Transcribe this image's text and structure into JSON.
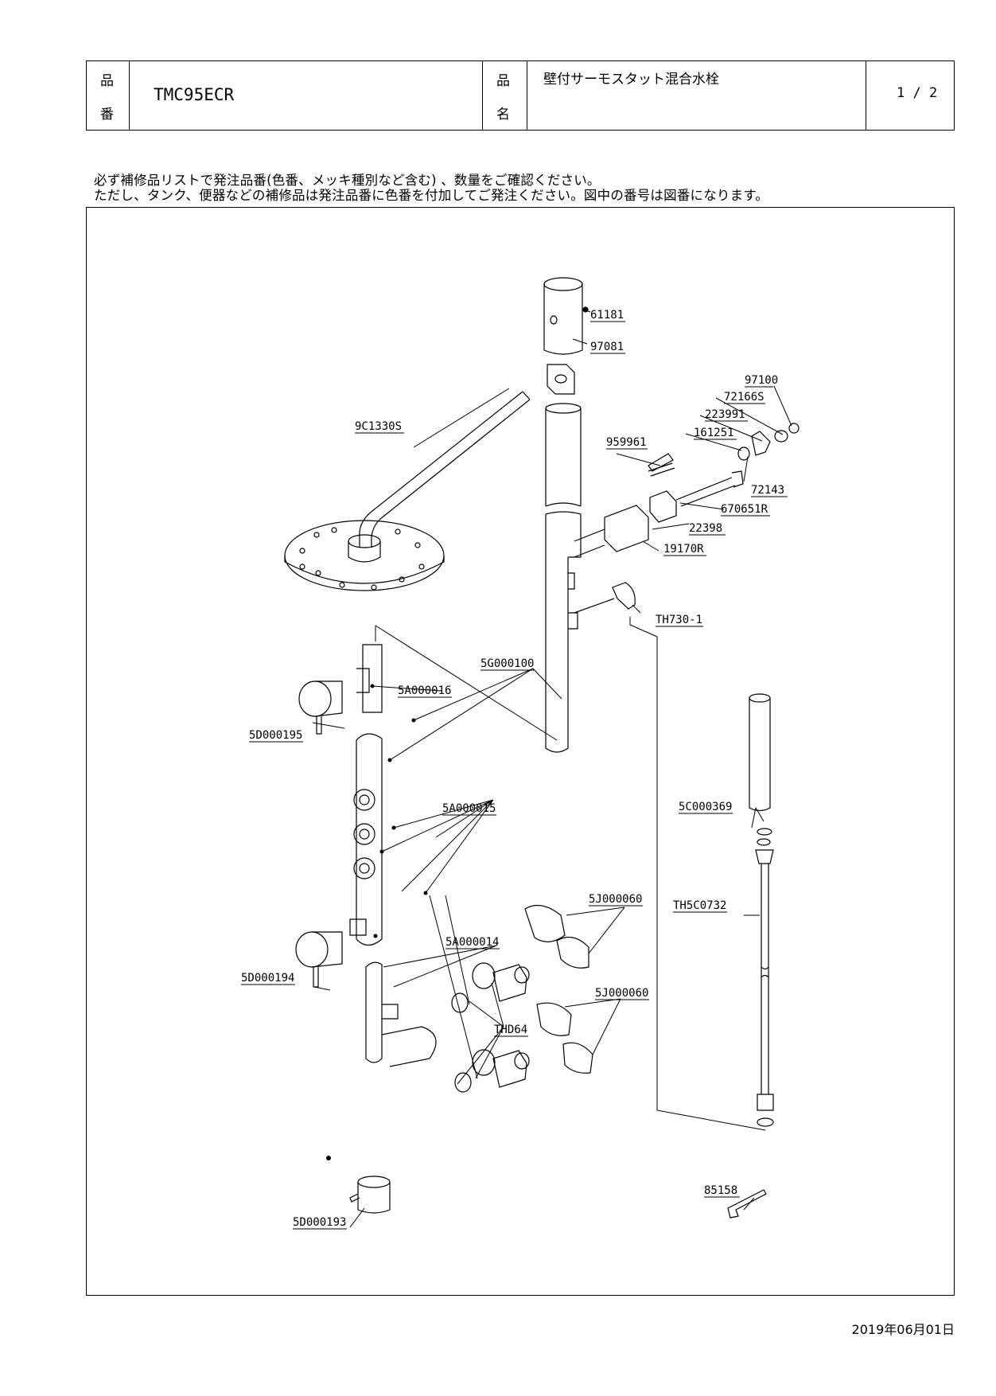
{
  "header": {
    "hinban_label_1": "品",
    "hinban_label_2": "番",
    "hinban_value": "TMC95ECR",
    "hinmei_label_1": "品",
    "hinmei_label_2": "名",
    "hinmei_value": "壁付サーモスタット混合水栓",
    "page": "1 / 2"
  },
  "notes": {
    "line1": "必ず補修品リストで発注品番(色番、メッキ種別など含む) 、数量をご確認ください。",
    "line2": "ただし、タンク、便器などの補修品は発注品番に色番を付加してご発注ください。図中の番号は図番になります。"
  },
  "parts": {
    "p61181": "61181",
    "p97081": "97081",
    "p97100": "97100",
    "p72166S": "72166S",
    "p223991": "223991",
    "p161251": "161251",
    "p959961": "959961",
    "p9C1330S": "9C1330S",
    "p72143": "72143",
    "p670651R": "670651R",
    "p22398": "22398",
    "p19170R": "19170R",
    "pTH730_1": "TH730-1",
    "p5G000100": "5G000100",
    "p5A000016": "5A000016",
    "p5D000195": "5D000195",
    "p5A000015": "5A000015",
    "p5C000369": "5C000369",
    "p5J000060a": "5J000060",
    "pTH5C0732": "TH5C0732",
    "p5A000014": "5A000014",
    "p5D000194": "5D000194",
    "p5J000060b": "5J000060",
    "pTHD64": "THD64",
    "p85158": "85158",
    "p5D000193": "5D000193"
  },
  "date": "2019年06月01日"
}
